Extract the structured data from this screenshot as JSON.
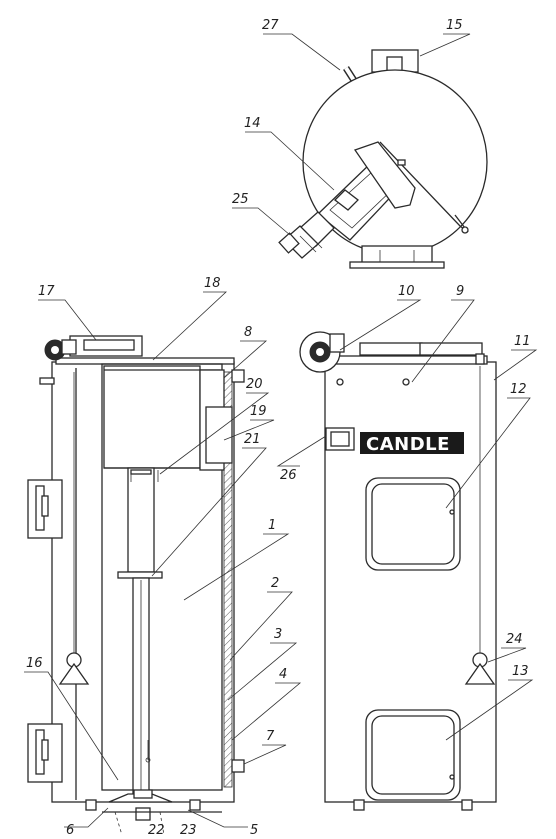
{
  "brand_label": "CANDLE",
  "callouts": {
    "c1": "1",
    "c2": "2",
    "c3": "3",
    "c4": "4",
    "c5": "5",
    "c6": "6",
    "c7": "7",
    "c8": "8",
    "c9": "9",
    "c10": "10",
    "c11": "11",
    "c12": "12",
    "c13": "13",
    "c14": "14",
    "c15": "15",
    "c16": "16",
    "c17": "17",
    "c18": "18",
    "c19": "19",
    "c20": "20",
    "c21": "21",
    "c22": "22",
    "c23": "23",
    "c24": "24",
    "c25": "25",
    "c26": "26",
    "c27": "27"
  }
}
